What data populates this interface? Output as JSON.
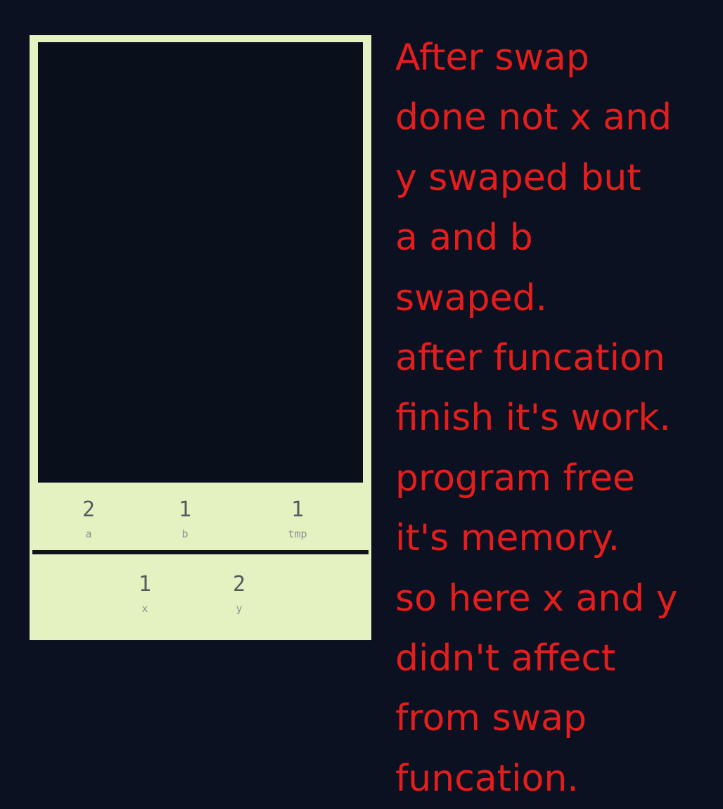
{
  "diagram": {
    "swap_frame": {
      "cells": [
        {
          "value": "2",
          "name": "a"
        },
        {
          "value": "1",
          "name": "b"
        },
        {
          "value": "1",
          "name": "tmp"
        }
      ]
    },
    "main_frame": {
      "cells": [
        {
          "value": "1",
          "name": "x"
        },
        {
          "value": "2",
          "name": "y"
        }
      ]
    }
  },
  "explanation": {
    "lines": [
      "After swap",
      "done not x and",
      "y swaped but",
      "a and b",
      "swaped.",
      "after funcation",
      "finish it's work.",
      "program free",
      "it's memory.",
      "so here x and y",
      "didn't affect",
      "from swap",
      "funcation."
    ]
  },
  "colors": {
    "background": "#0b1120",
    "memory_fill": "#e4f2c2",
    "text": "#e41d1d"
  }
}
